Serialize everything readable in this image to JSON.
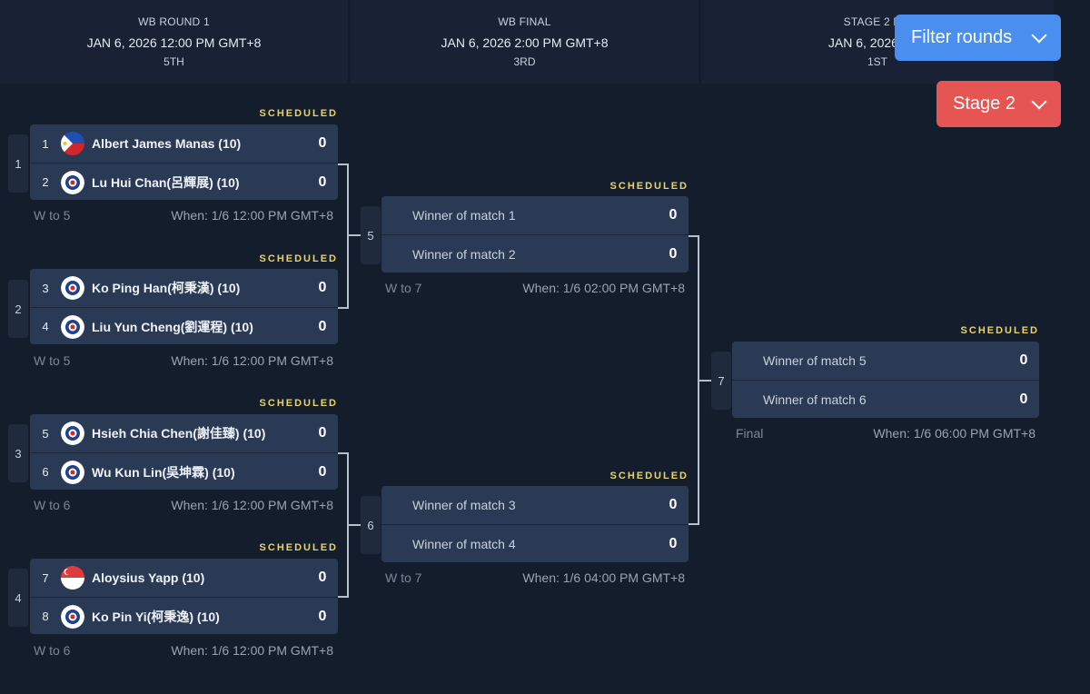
{
  "rounds": [
    {
      "title": "WB ROUND 1",
      "date": "JAN 6, 2026 12:00 PM GMT+8",
      "sub": "5TH"
    },
    {
      "title": "WB FINAL",
      "date": "JAN 6, 2026 2:00 PM GMT+8",
      "sub": "3RD"
    },
    {
      "title": "STAGE 2 FIN",
      "date": "JAN 6, 2026 6:00",
      "sub": "1ST"
    }
  ],
  "controls": {
    "filter_label": "Filter rounds",
    "stage_label": "Stage 2"
  },
  "matches": [
    {
      "num": "1",
      "status": "SCHEDULED",
      "meta_left": "W to 5",
      "when": "When: 1/6 12:00 PM GMT+8",
      "p1": {
        "seed": "1",
        "name": "Albert James Manas (10)",
        "score": "0",
        "flag": "ph-flag-icon"
      },
      "p2": {
        "seed": "2",
        "name": "Lu Hui Chan(呂輝展) (10)",
        "score": "0",
        "flag": "tpe-flag-icon"
      }
    },
    {
      "num": "2",
      "status": "SCHEDULED",
      "meta_left": "W to 5",
      "when": "When: 1/6 12:00 PM GMT+8",
      "p1": {
        "seed": "3",
        "name": "Ko Ping Han(柯秉漢) (10)",
        "score": "0",
        "flag": "tpe-flag-icon"
      },
      "p2": {
        "seed": "4",
        "name": "Liu Yun Cheng(劉運程) (10)",
        "score": "0",
        "flag": "tpe-flag-icon"
      }
    },
    {
      "num": "3",
      "status": "SCHEDULED",
      "meta_left": "W to 6",
      "when": "When: 1/6 12:00 PM GMT+8",
      "p1": {
        "seed": "5",
        "name": "Hsieh Chia Chen(謝佳臻) (10)",
        "score": "0",
        "flag": "tpe-flag-icon"
      },
      "p2": {
        "seed": "6",
        "name": "Wu Kun Lin(吳坤霖) (10)",
        "score": "0",
        "flag": "tpe-flag-icon"
      }
    },
    {
      "num": "4",
      "status": "SCHEDULED",
      "meta_left": "W to 6",
      "when": "When: 1/6 12:00 PM GMT+8",
      "p1": {
        "seed": "7",
        "name": "Aloysius Yapp (10)",
        "score": "0",
        "flag": "sg-flag-icon"
      },
      "p2": {
        "seed": "8",
        "name": "Ko Pin Yi(柯秉逸) (10)",
        "score": "0",
        "flag": "tpe-flag-icon"
      }
    },
    {
      "num": "5",
      "status": "SCHEDULED",
      "meta_left": "W to 7",
      "when": "When: 1/6 02:00 PM GMT+8",
      "p1": {
        "name": "Winner of match 1",
        "score": "0"
      },
      "p2": {
        "name": "Winner of match 2",
        "score": "0"
      }
    },
    {
      "num": "6",
      "status": "SCHEDULED",
      "meta_left": "W to 7",
      "when": "When: 1/6 04:00 PM GMT+8",
      "p1": {
        "name": "Winner of match 3",
        "score": "0"
      },
      "p2": {
        "name": "Winner of match 4",
        "score": "0"
      }
    },
    {
      "num": "7",
      "status": "SCHEDULED",
      "meta_left": "Final",
      "when": "When: 1/6 06:00 PM GMT+8",
      "p1": {
        "name": "Winner of match 5",
        "score": "0"
      },
      "p2": {
        "name": "Winner of match 6",
        "score": "0"
      }
    }
  ]
}
